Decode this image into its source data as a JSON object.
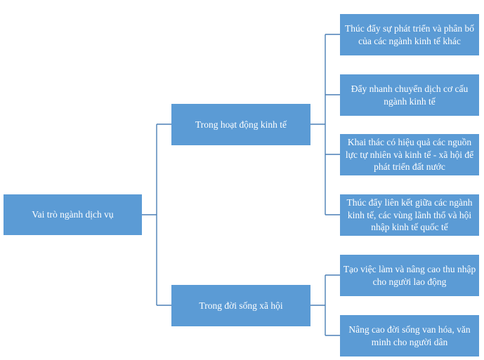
{
  "root": {
    "label": "Vai trò ngành dịch vụ"
  },
  "branches": [
    {
      "label": "Trong hoạt động kinh tế",
      "children": [
        "Thúc đẩy sự phát triển và phân bố của các ngành kinh tế khác",
        "Đẩy nhanh chuyển dịch cơ cấu ngành kinh tế",
        "Khai thác có hiệu quả các nguồn lực tự nhiên và kinh tế - xã hội để phát triển đất nước",
        "Thúc đẩy liên kết giữa các ngành kinh tế, các vùng lãnh thổ và hội nhập kinh tế quốc tế"
      ]
    },
    {
      "label": "Trong đời sống xã hội",
      "children": [
        "Tạo việc làm và nâng cao thu nhập cho người lao động",
        "Nâng cao đời sống van hóa, văn minh cho người dân"
      ]
    }
  ],
  "colors": {
    "box_fill": "#5b9bd5",
    "connector": "#4a7fb5",
    "text": "#ffffff"
  }
}
